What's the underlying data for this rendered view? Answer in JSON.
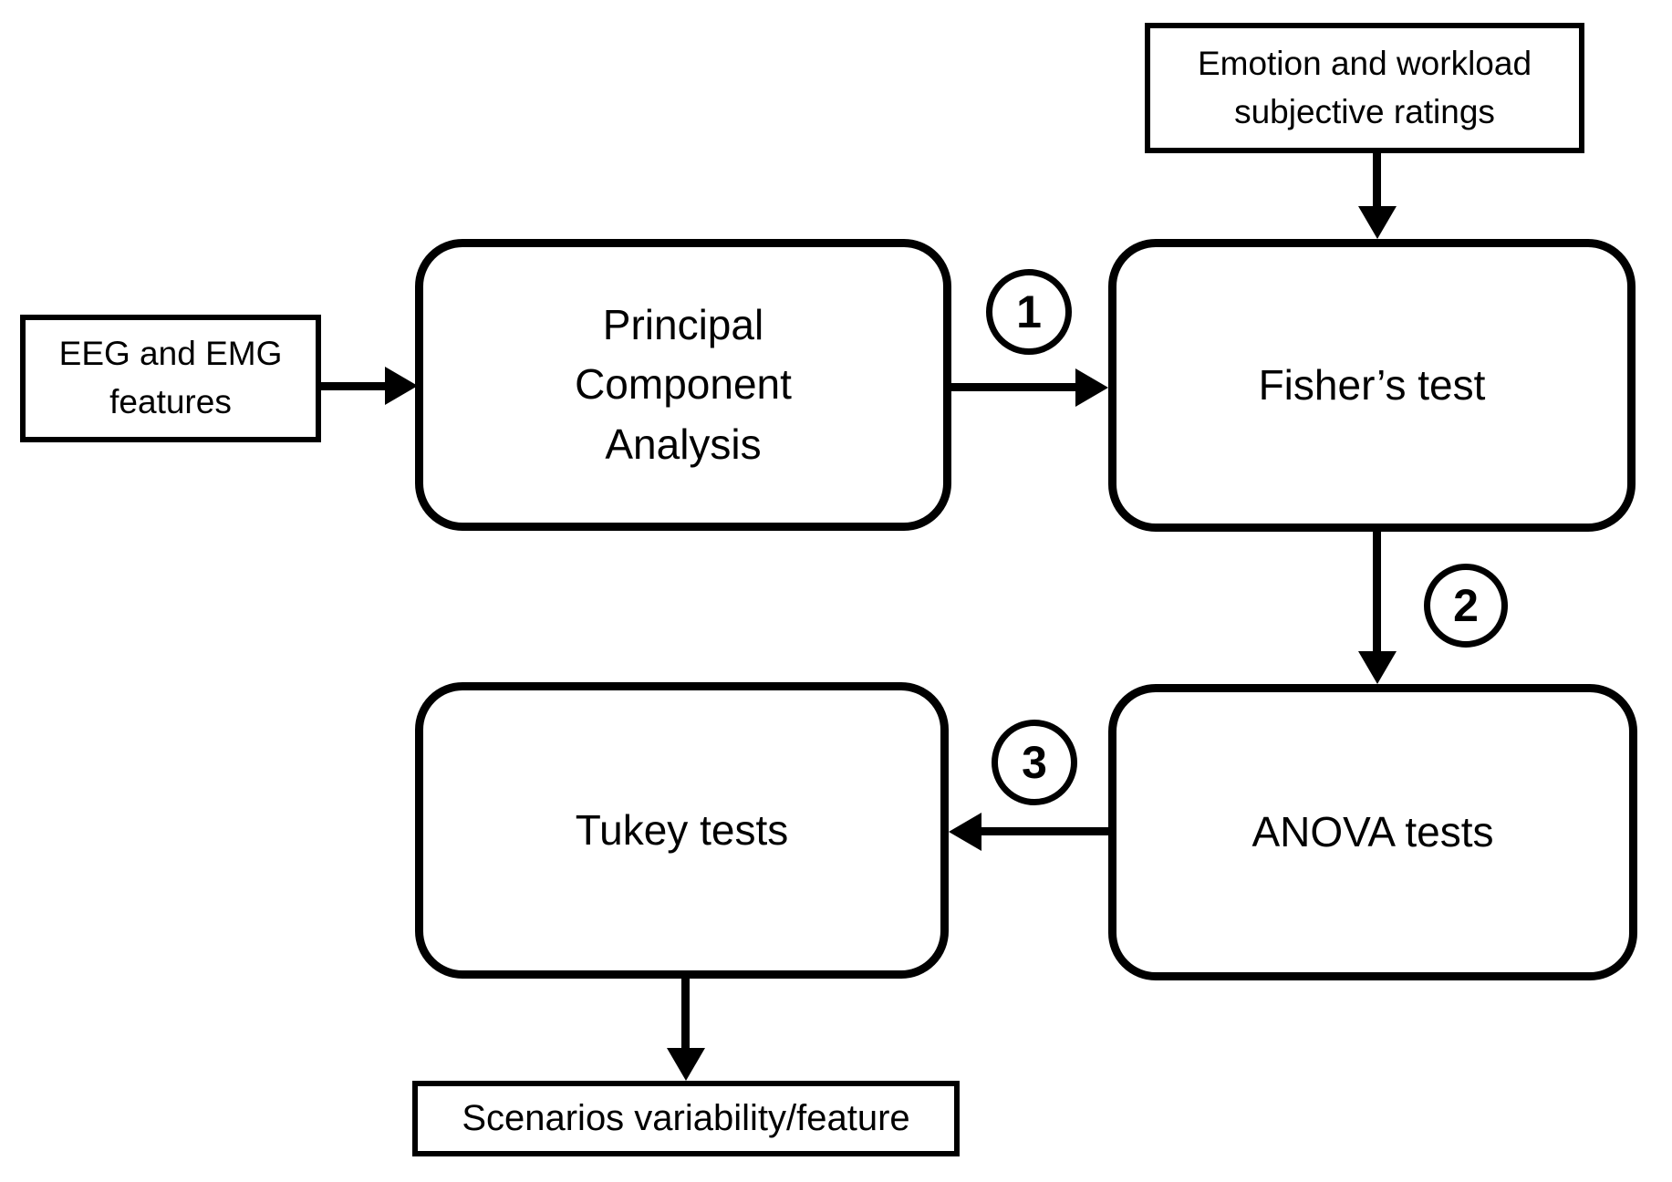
{
  "colors": {
    "ink": "#000000",
    "background": "#ffffff"
  },
  "diagram": {
    "nodes": {
      "eeg_features": {
        "lines": [
          "EEG and EMG",
          "features"
        ]
      },
      "emotion_ratings": {
        "lines": [
          "Emotion and workload",
          "subjective ratings"
        ]
      },
      "pca": {
        "lines": [
          "Principal",
          "Component",
          "Analysis"
        ]
      },
      "fisher": {
        "lines": [
          "Fisher’s test"
        ]
      },
      "anova": {
        "lines": [
          "ANOVA tests"
        ]
      },
      "tukey": {
        "lines": [
          "Tukey tests"
        ]
      },
      "scenarios": {
        "lines": [
          "Scenarios variability/feature"
        ]
      }
    },
    "step_badges": {
      "step1": "1",
      "step2": "2",
      "step3": "3"
    }
  }
}
